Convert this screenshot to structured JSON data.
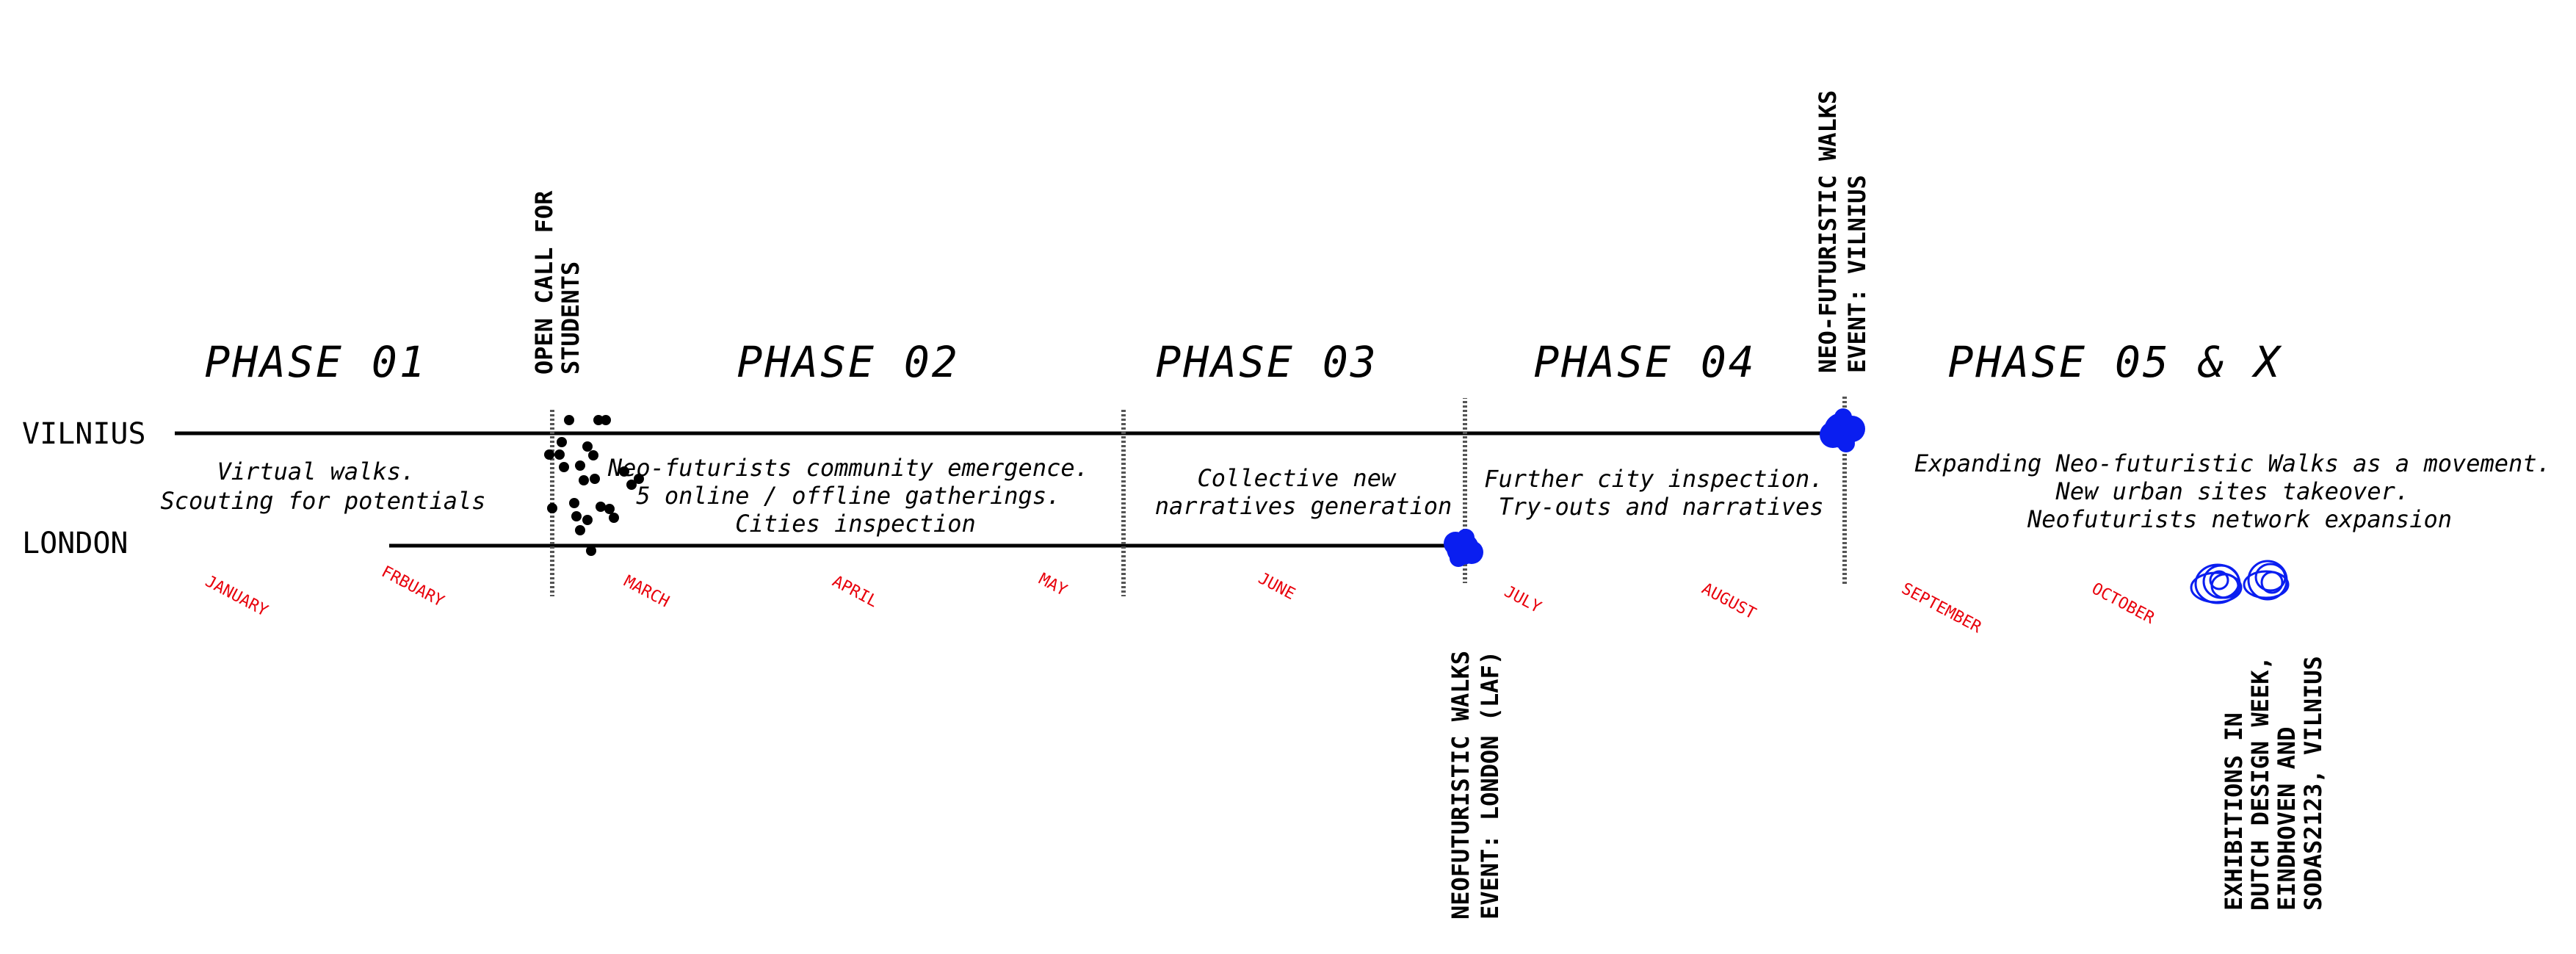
{
  "phases": [
    {
      "label": "PHASE 01"
    },
    {
      "label": "PHASE 02"
    },
    {
      "label": "PHASE 03"
    },
    {
      "label": "PHASE 04"
    },
    {
      "label": "PHASE 05 & X"
    }
  ],
  "cities": {
    "top": "VILNIUS",
    "bottom": "LONDON"
  },
  "descriptions": [
    {
      "lines": [
        "Virtual walks.",
        "Scouting for potentials"
      ]
    },
    {
      "lines": [
        "Neo-futurists community emergence.",
        "5 online / offline gatherings.",
        "Cities inspection"
      ]
    },
    {
      "lines": [
        "Collective new",
        "narratives generation"
      ]
    },
    {
      "lines": [
        "Further city inspection.",
        "Try-outs and narratives"
      ]
    },
    {
      "lines": [
        "Expanding Neo-futuristic Walks as a movement.",
        "New urban sites takeover.",
        "Neofuturists network expansion"
      ]
    }
  ],
  "months": [
    "JANUARY",
    "FRBUARY",
    "MARCH",
    "APRIL",
    "MAY",
    "JUNE",
    "JULY",
    "AUGUST",
    "SEPTEMBER",
    "OCTOBER"
  ],
  "events": [
    {
      "lines": [
        "OPEN CALL FOR",
        "STUDENTS"
      ]
    },
    {
      "lines": [
        "NEOFUTURISTIC WALKS",
        "EVENT: LONDON (LAF)"
      ]
    },
    {
      "lines": [
        "NEO-FUTURISTIC WALKS",
        "EVENT: VILNIUS"
      ]
    },
    {
      "lines": [
        "EXHIBITIONS IN",
        "DUTCH DESIGN WEEK,",
        "EINDHOVEN AND",
        "SODAS2123, VILNIUS"
      ]
    }
  ],
  "colors": {
    "line": "#000000",
    "month": "#e8000b",
    "marker": "#0a1ef0",
    "dots": "#000000"
  }
}
